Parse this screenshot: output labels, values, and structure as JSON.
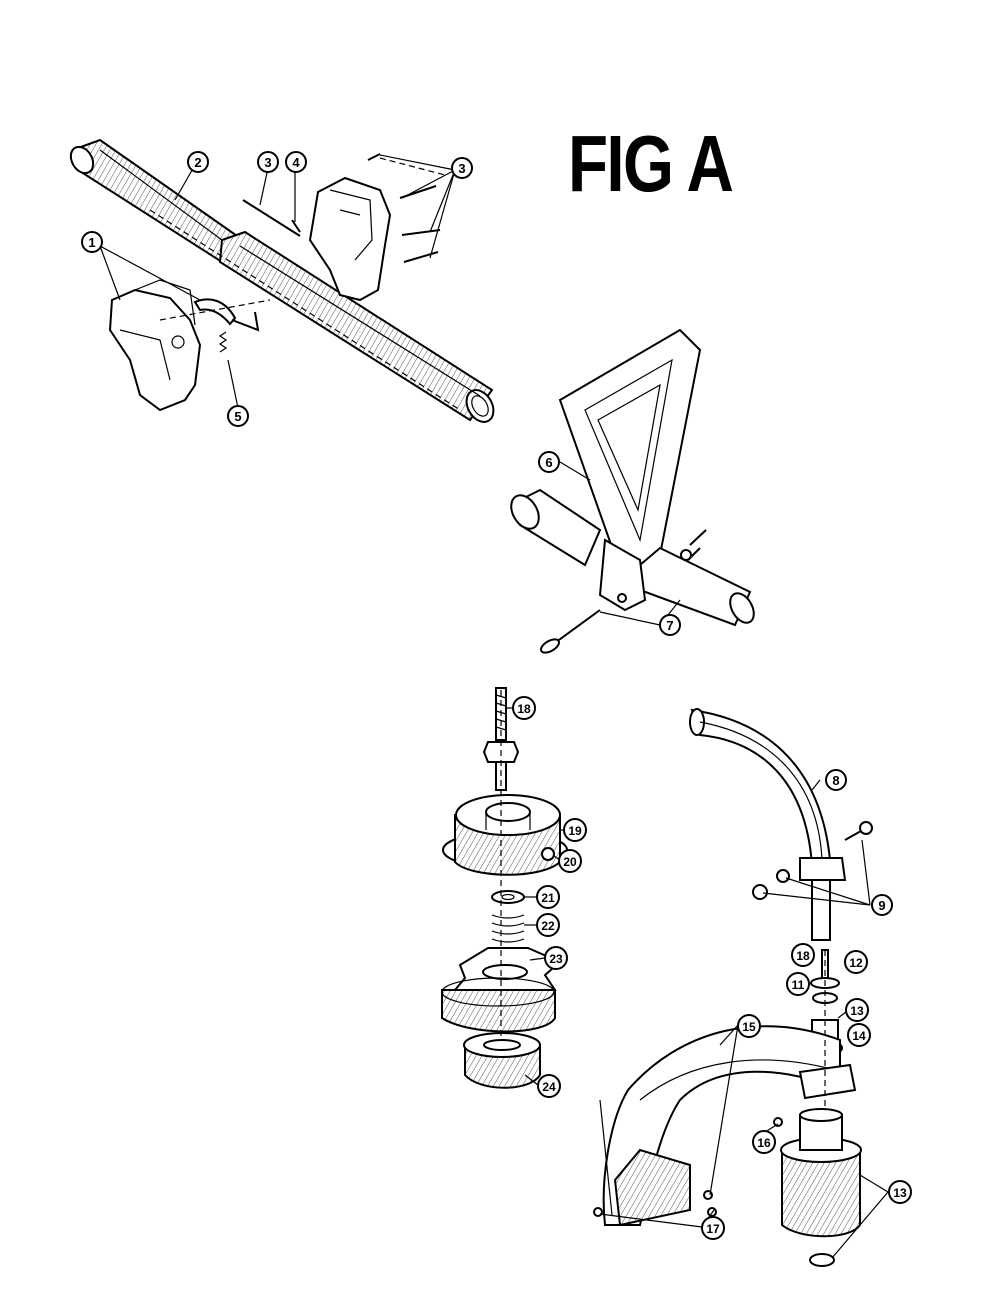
{
  "figure": {
    "title": "FIG A"
  },
  "callouts": [
    {
      "id": "c1",
      "label": "1"
    },
    {
      "id": "c2",
      "label": "2"
    },
    {
      "id": "c3a",
      "label": "3"
    },
    {
      "id": "c4",
      "label": "4"
    },
    {
      "id": "c3b",
      "label": "3"
    },
    {
      "id": "c5",
      "label": "5"
    },
    {
      "id": "c6",
      "label": "6"
    },
    {
      "id": "c7",
      "label": "7"
    },
    {
      "id": "c18a",
      "label": "18"
    },
    {
      "id": "c19",
      "label": "19"
    },
    {
      "id": "c20",
      "label": "20"
    },
    {
      "id": "c21",
      "label": "21"
    },
    {
      "id": "c22",
      "label": "22"
    },
    {
      "id": "c23",
      "label": "23"
    },
    {
      "id": "c24",
      "label": "24"
    },
    {
      "id": "c8",
      "label": "8"
    },
    {
      "id": "c9",
      "label": "9"
    },
    {
      "id": "c18b",
      "label": "18"
    },
    {
      "id": "c11",
      "label": "11"
    },
    {
      "id": "c12",
      "label": "12"
    },
    {
      "id": "c13a",
      "label": "13"
    },
    {
      "id": "c14",
      "label": "14"
    },
    {
      "id": "c15",
      "label": "15"
    },
    {
      "id": "c16",
      "label": "16"
    },
    {
      "id": "c13b",
      "label": "13"
    },
    {
      "id": "c17",
      "label": "17"
    }
  ]
}
